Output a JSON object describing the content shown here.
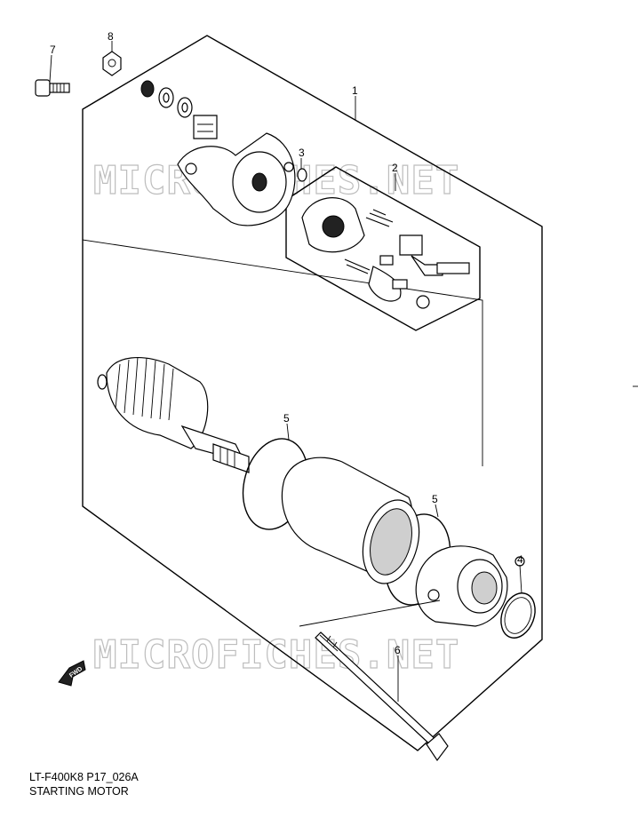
{
  "watermark": "MICROFICHES.NET",
  "callouts": {
    "c1": "1",
    "c2": "2",
    "c3": "3",
    "c4": "4",
    "c5a": "5",
    "c5b": "5",
    "c6": "6",
    "c7": "7",
    "c8": "8"
  },
  "fwd_label": "FWD",
  "caption": {
    "code": "LT-F400K8 P17_026A",
    "title": "STARTING MOTOR"
  }
}
